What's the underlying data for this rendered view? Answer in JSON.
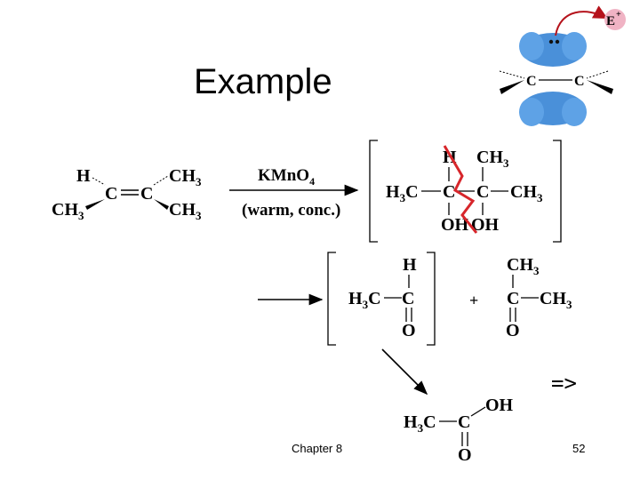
{
  "slide": {
    "title": "Example",
    "footer_left": "Chapter 8",
    "page_number": "52",
    "next_marker": "=>"
  },
  "reaction": {
    "reagent": "KMnO",
    "reagent_sub": "4",
    "condition": "(warm, conc.)"
  },
  "pi_bond_figure": {
    "electrophile": "E",
    "electrophile_charge": "+",
    "carbon_label": "C",
    "pi_color": "#4a90d9",
    "arrow_color": "#b5121b"
  },
  "cleavage_line_color": "#d7262b"
}
